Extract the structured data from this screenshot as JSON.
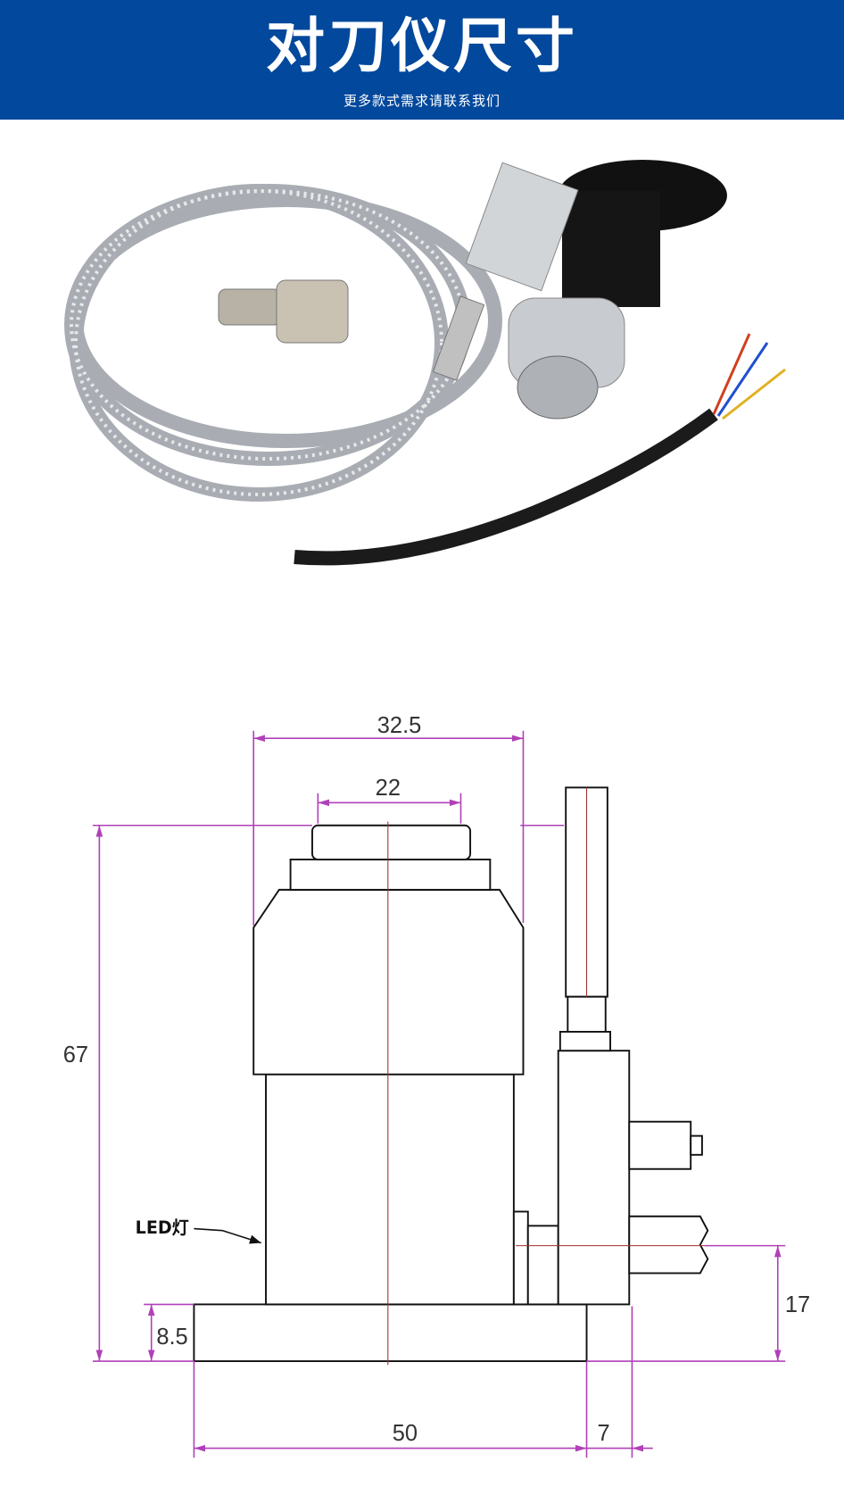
{
  "header": {
    "title": "对刀仪尺寸",
    "subtitle": "更多款式需求请联系我们",
    "background": "#02489c"
  },
  "drawing": {
    "dimensions": {
      "top_width": "32.5",
      "cap_width": "22",
      "total_height": "67",
      "base_height": "8.5",
      "cable_height": "17",
      "base_width": "50",
      "offset": "7"
    },
    "led_label": "LED灯",
    "dimension_color": "#b040b8"
  }
}
